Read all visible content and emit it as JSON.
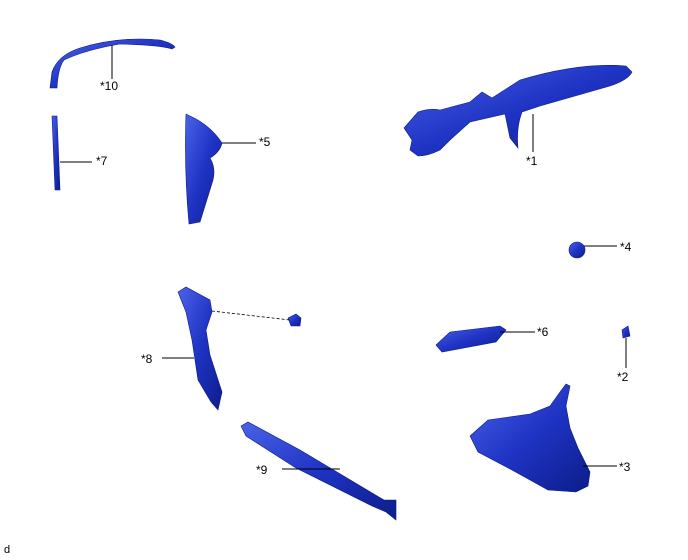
{
  "colors": {
    "part": "#1f33c4",
    "part_dark": "#0c1d8a",
    "part_light": "#4a63e8"
  },
  "labels": {
    "p1": "*1",
    "p2": "*2",
    "p3": "*3",
    "p4": "*4",
    "p5": "*5",
    "p6": "*6",
    "p7": "*7",
    "p8": "*8",
    "p9": "*9",
    "p10": "*10"
  },
  "figure_id": "d"
}
